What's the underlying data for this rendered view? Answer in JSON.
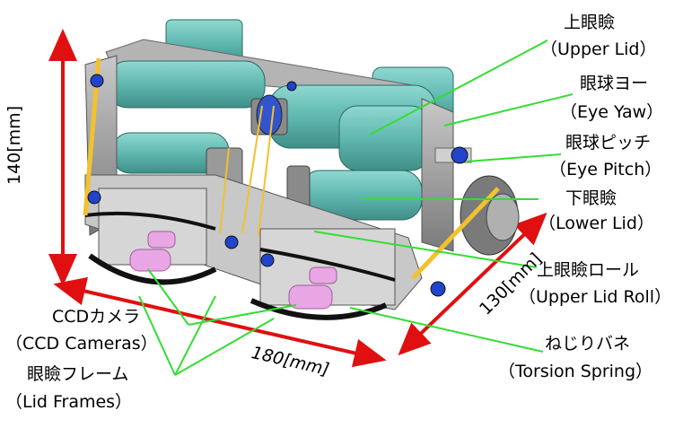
{
  "labels": {
    "upper_lid_jp": "上眼瞼",
    "upper_lid_en": "（Upper Lid）",
    "eye_yaw_jp": "眼球ヨー",
    "eye_yaw_en": "（Eye Yaw）",
    "eye_pitch_jp": "眼球ピッチ",
    "eye_pitch_en": "（Eye Pitch）",
    "lower_lid_jp": "下眼瞼",
    "lower_lid_en": "（Lower Lid）",
    "upper_lid_roll_jp": "上眼瞼ロール",
    "upper_lid_roll_en": "（Upper Lid Roll）",
    "torsion_spring_jp": "ねじりバネ",
    "torsion_spring_en": "（Torsion Spring）",
    "ccd_jp": "CCDカメラ",
    "ccd_en": "（CCD Cameras）",
    "lid_frames_jp": "眼瞼フレーム",
    "lid_frames_en": "（Lid Frames）"
  },
  "dimensions": {
    "height": "140[mm]",
    "width": "180[mm]",
    "depth": "130[mm]"
  },
  "colors": {
    "teal": "#5fb8b0",
    "gray": "#9a9a9a",
    "yellow": "#f2c12e",
    "pink": "#e9a6e4",
    "blue": "#2244cc",
    "leader": "#33dd33",
    "dimension": "#e01010"
  }
}
